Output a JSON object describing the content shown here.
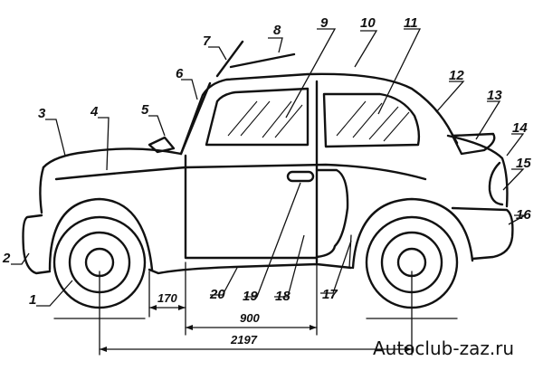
{
  "callouts": [
    "1",
    "2",
    "3",
    "4",
    "5",
    "6",
    "7",
    "8",
    "9",
    "10",
    "11",
    "12",
    "13",
    "14",
    "15",
    "16",
    "17",
    "18",
    "19",
    "20"
  ],
  "dimensions": {
    "d170": "170",
    "d900": "900",
    "d2197": "2197"
  },
  "watermark": "Autoclub-zaz.ru"
}
